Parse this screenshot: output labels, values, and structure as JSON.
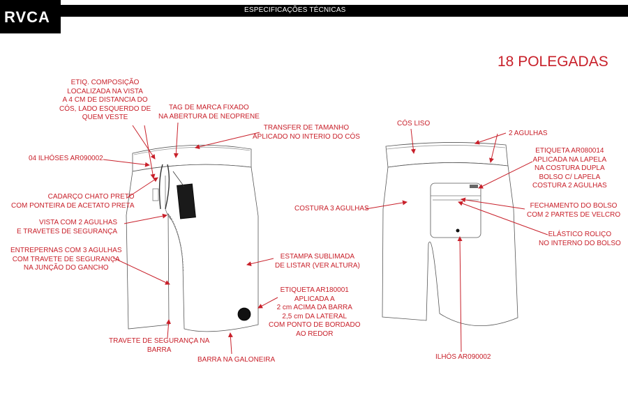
{
  "header": {
    "brand": "RVCA",
    "title": "ESPECIFICAÇÕES TÉCNICAS"
  },
  "size_label": "18 POLEGADAS",
  "colors": {
    "callout": "#c8202a",
    "header_bg": "#000000"
  },
  "front_callouts": {
    "etiq_composicao": "ETIQ. COMPOSIÇÃO\nLOCALIZADA NA VISTA\nA 4 CM DE DISTANCIA DO\nCÓS, LADO ESQUERDO DE\nQUEM VESTE",
    "tag_marca": "TAG DE MARCA FIXADO\nNA ABERTURA DE NEOPRENE",
    "transfer": "TRANSFER DE TAMANHO\nAPLICADO NO INTERIO DO CÓS",
    "ilhoses": "04 ILHÓSES AR090002",
    "cadarco": "CADARÇO CHATO PRETO\nCOM PONTEIRA DE ACETATO PRETA",
    "vista": "VISTA COM 2 AGULHAS\nE TRAVETES DE SEGURANÇA",
    "entrepernas": "ENTREPERNAS COM 3 AGULHAS\nCOM TRAVETE DE SEGURANÇA\nNA JUNÇÃO DO GANCHO",
    "estampa": "ESTAMPA SUBLIMADA\nDE LISTAR (VER ALTURA)",
    "etiqueta_ar180001": "ETIQUETA AR180001\nAPLICADA A\n2 cm ACIMA DA BARRA\n2,5 cm DA LATERAL\nCOM PONTO DE BORDADO\nAO REDOR",
    "travete_barra": "TRAVETE DE SEGURANÇA NA\nBARRA",
    "barra": "BARRA NA GALONEIRA"
  },
  "back_callouts": {
    "cos_liso": "CÓS LISO",
    "duas_agulhas": "2 AGULHAS",
    "etiqueta_ar080014": "ETIQUETA AR080014\nAPLICADA NA LAPELA\nNA COSTURA DUPLA\nBOLSO C/ LAPELA\nCOSTURA 2 AGULHAS",
    "costura_3": "COSTURA 3 AGULHAS",
    "fechamento": "FECHAMENTO DO BOLSO\nCOM 2 PARTES DE VELCRO",
    "elastico": "ELÁSTICO ROLIÇO\nNO INTERNO DO BOLSO",
    "ilhos": "ILHÓS AR090002"
  }
}
